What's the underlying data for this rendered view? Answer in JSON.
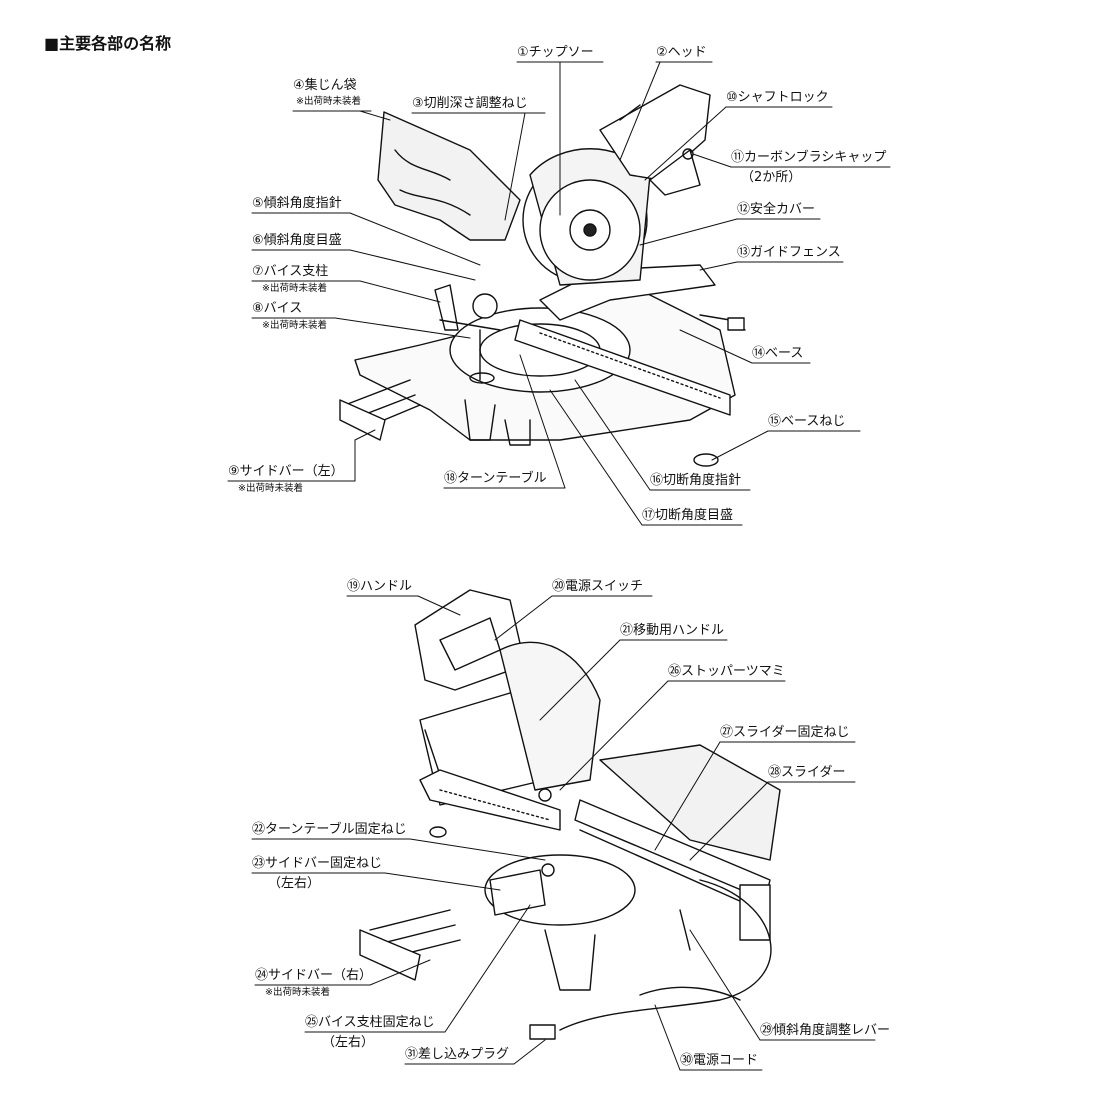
{
  "title": "■主要各部の名称",
  "top_labels": [
    {
      "id": "l1",
      "text": "①チップソー"
    },
    {
      "id": "l2",
      "text": "②ヘッド"
    },
    {
      "id": "l3",
      "text": "③切削深さ調整ねじ"
    },
    {
      "id": "l4",
      "text": "④集じん袋",
      "note": "※出荷時未装着"
    },
    {
      "id": "l5",
      "text": "⑤傾斜角度指針"
    },
    {
      "id": "l6",
      "text": "⑥傾斜角度目盛"
    },
    {
      "id": "l7",
      "text": "⑦バイス支柱",
      "note": "※出荷時未装着"
    },
    {
      "id": "l8",
      "text": "⑧バイス",
      "note": "※出荷時未装着"
    },
    {
      "id": "l9",
      "text": "⑨サイドバー（左）",
      "note": "※出荷時未装着"
    },
    {
      "id": "l10",
      "text": "⑩シャフトロック"
    },
    {
      "id": "l11",
      "text": "⑪カーボンブラシキャップ",
      "sub": "（2か所）"
    },
    {
      "id": "l12",
      "text": "⑫安全カバー"
    },
    {
      "id": "l13",
      "text": "⑬ガイドフェンス"
    },
    {
      "id": "l14",
      "text": "⑭ベース"
    },
    {
      "id": "l15",
      "text": "⑮ベースねじ"
    },
    {
      "id": "l16",
      "text": "⑯切断角度指針"
    },
    {
      "id": "l17",
      "text": "⑰切断角度目盛"
    },
    {
      "id": "l18",
      "text": "⑱ターンテーブル"
    }
  ],
  "bottom_labels": [
    {
      "id": "l19",
      "text": "⑲ハンドル"
    },
    {
      "id": "l20",
      "text": "⑳電源スイッチ"
    },
    {
      "id": "l21",
      "text": "㉑移動用ハンドル"
    },
    {
      "id": "l22",
      "text": "㉒ターンテーブル固定ねじ"
    },
    {
      "id": "l23",
      "text": "㉓サイドバー固定ねじ",
      "sub": "（左右）"
    },
    {
      "id": "l24",
      "text": "㉔サイドバー（右）",
      "note": "※出荷時未装着"
    },
    {
      "id": "l25",
      "text": "㉕バイス支柱固定ねじ",
      "sub": "（左右）"
    },
    {
      "id": "l26",
      "text": "㉖ストッパーツマミ"
    },
    {
      "id": "l27",
      "text": "㉗スライダー固定ねじ"
    },
    {
      "id": "l28",
      "text": "㉘スライダー"
    },
    {
      "id": "l29",
      "text": "㉙傾斜角度調整レバー"
    },
    {
      "id": "l30",
      "text": "㉚電源コード"
    },
    {
      "id": "l31",
      "text": "㉛差し込みプラグ"
    }
  ]
}
